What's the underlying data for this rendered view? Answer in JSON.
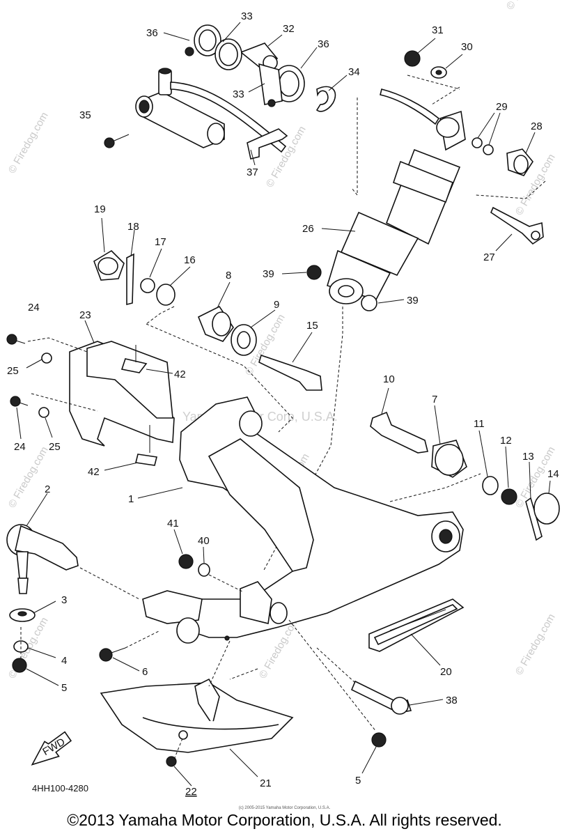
{
  "labels": [
    {
      "id": "36a",
      "text": "36"
    },
    {
      "id": "33a",
      "text": "33"
    },
    {
      "id": "32",
      "text": "32"
    },
    {
      "id": "36b",
      "text": "36"
    },
    {
      "id": "34",
      "text": "34"
    },
    {
      "id": "33b",
      "text": "33"
    },
    {
      "id": "35",
      "text": "35"
    },
    {
      "id": "37",
      "text": "37"
    },
    {
      "id": "31",
      "text": "31"
    },
    {
      "id": "30",
      "text": "30"
    },
    {
      "id": "29",
      "text": "29"
    },
    {
      "id": "28",
      "text": "28"
    },
    {
      "id": "27",
      "text": "27"
    },
    {
      "id": "26",
      "text": "26"
    },
    {
      "id": "39a",
      "text": "39"
    },
    {
      "id": "39b",
      "text": "39"
    },
    {
      "id": "19",
      "text": "19"
    },
    {
      "id": "18",
      "text": "18"
    },
    {
      "id": "17",
      "text": "17"
    },
    {
      "id": "16",
      "text": "16"
    },
    {
      "id": "8",
      "text": "8"
    },
    {
      "id": "9",
      "text": "9"
    },
    {
      "id": "15",
      "text": "15"
    },
    {
      "id": "24a",
      "text": "24"
    },
    {
      "id": "23",
      "text": "23"
    },
    {
      "id": "25a",
      "text": "25"
    },
    {
      "id": "42a",
      "text": "42"
    },
    {
      "id": "24b",
      "text": "24"
    },
    {
      "id": "25b",
      "text": "25"
    },
    {
      "id": "42b",
      "text": "42"
    },
    {
      "id": "1",
      "text": "1"
    },
    {
      "id": "10",
      "text": "10"
    },
    {
      "id": "7",
      "text": "7"
    },
    {
      "id": "11",
      "text": "11"
    },
    {
      "id": "12",
      "text": "12"
    },
    {
      "id": "13",
      "text": "13"
    },
    {
      "id": "14",
      "text": "14"
    },
    {
      "id": "2",
      "text": "2"
    },
    {
      "id": "41",
      "text": "41"
    },
    {
      "id": "40",
      "text": "40"
    },
    {
      "id": "3",
      "text": "3"
    },
    {
      "id": "4",
      "text": "4"
    },
    {
      "id": "5a",
      "text": "5"
    },
    {
      "id": "6",
      "text": "6"
    },
    {
      "id": "20",
      "text": "20"
    },
    {
      "id": "38",
      "text": "38"
    },
    {
      "id": "21",
      "text": "21"
    },
    {
      "id": "22",
      "text": "22"
    },
    {
      "id": "5b",
      "text": "5"
    }
  ],
  "fwd_label": "FWD",
  "diagram_code": "4HH100-4280",
  "watermark": "© Firedog.com",
  "center_watermark": "Yamaha Motor Corp, U.S.A.",
  "tiny_note": "(c) 2005-2015 Yamaha Motor Corporation, U.S.A.",
  "copyright": "©2013 Yamaha Motor Corporation, U.S.A. All rights reserved."
}
